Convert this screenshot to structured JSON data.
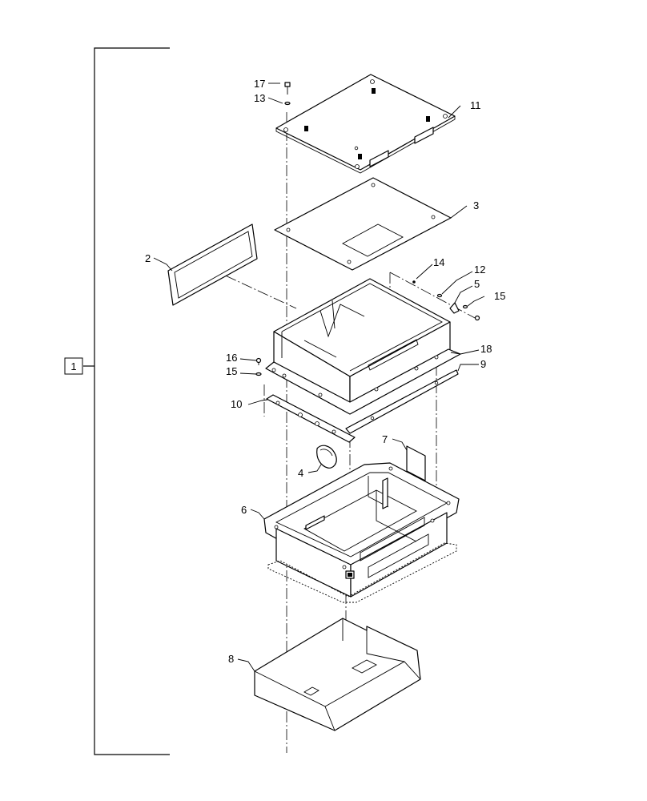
{
  "callouts": {
    "c1": "1",
    "c2": "2",
    "c3": "3",
    "c4": "4",
    "c5": "5",
    "c6": "6",
    "c7": "7",
    "c8": "8",
    "c9": "9",
    "c10": "10",
    "c11": "11",
    "c12": "12",
    "c13": "13",
    "c14": "14",
    "c15a": "15",
    "c15b": "15",
    "c16": "16",
    "c17": "17",
    "c18": "18"
  }
}
